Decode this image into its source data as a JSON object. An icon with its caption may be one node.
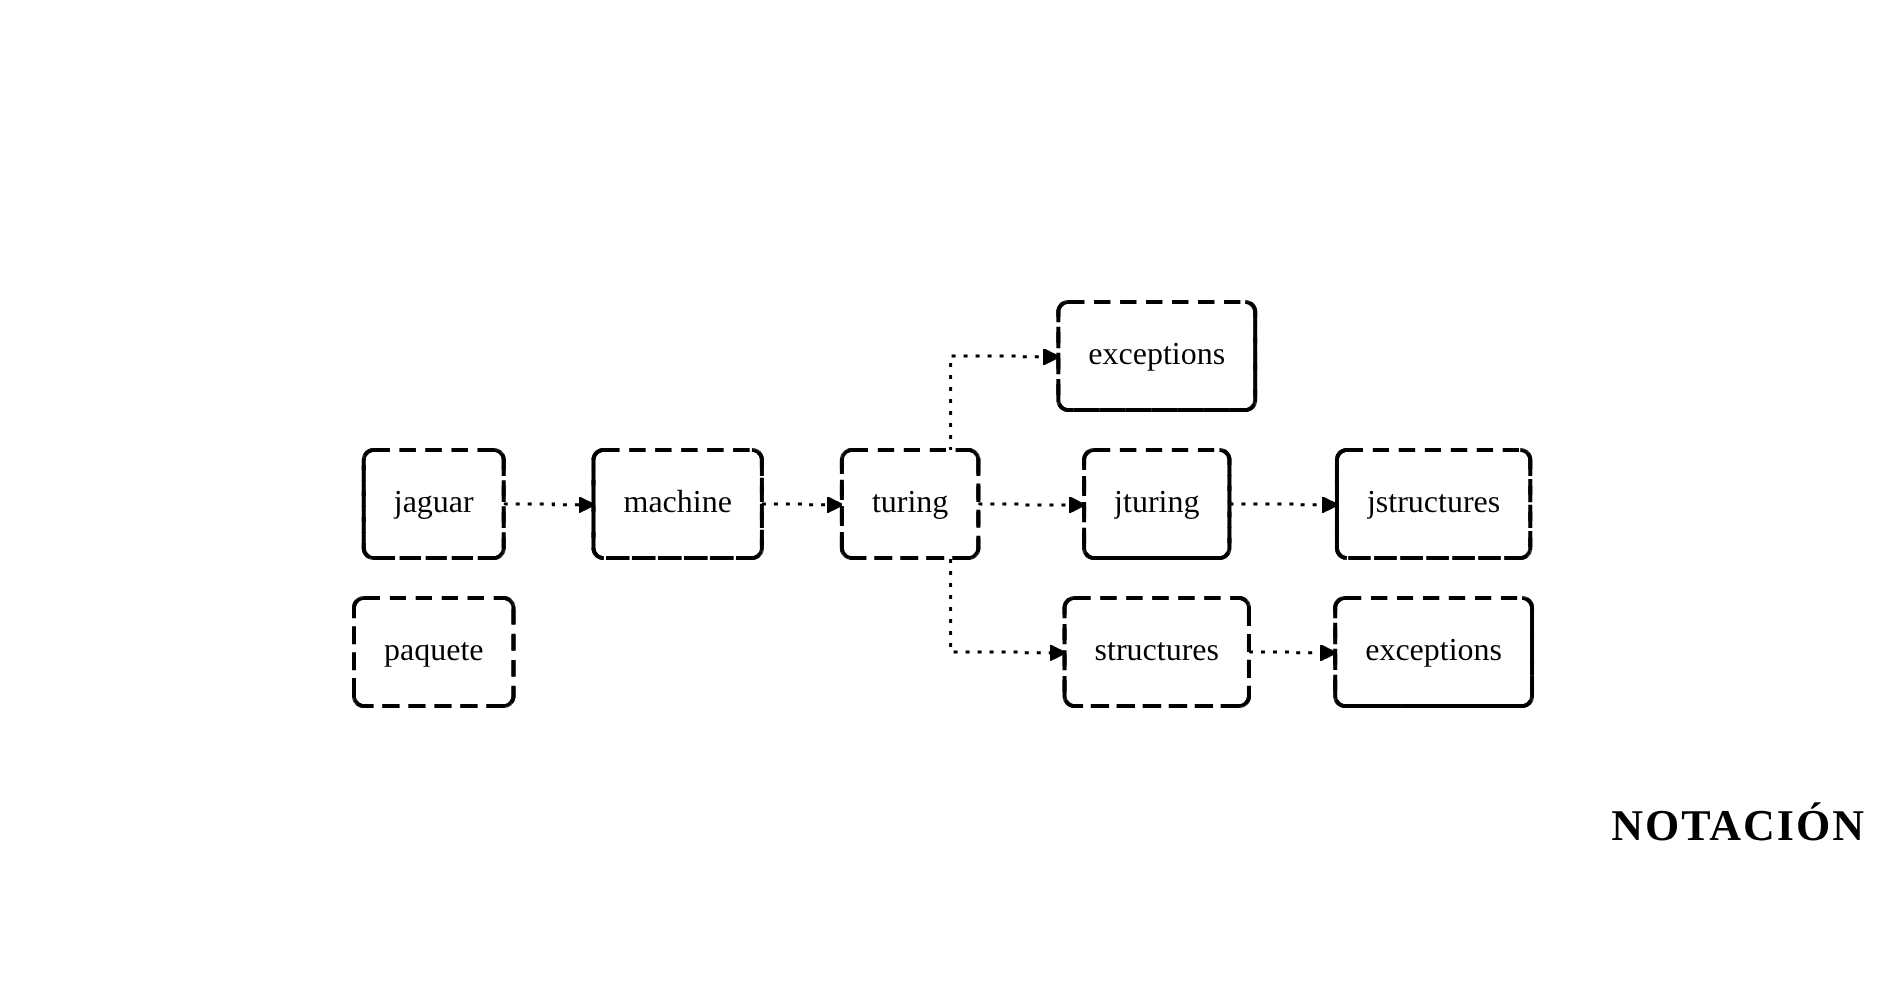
{
  "diagram": {
    "nodes": [
      {
        "text": [
          "jaguar"
        ]
      },
      {
        "text": [
          "machine"
        ]
      },
      {
        "text": [
          "turing"
        ]
      },
      {
        "text": [
          "exceptions"
        ]
      },
      {
        "text": [
          "jturing"
        ]
      },
      {
        "text": [
          "jstructures"
        ]
      },
      {
        "text": [
          "structures"
        ]
      },
      {
        "text": [
          "exceptions"
        ]
      },
      {
        "text": [
          "paquete"
        ]
      }
    ],
    "edges": [
      {
        "from": 0,
        "to": 1,
        "arrow": "to",
        "style": "dashed"
      },
      {
        "from": 1,
        "to": 2,
        "arrow": "to",
        "style": "dashed"
      },
      {
        "from": 2,
        "to": 3,
        "arrow": "to",
        "style": "dashed"
      },
      {
        "from": 2,
        "to": 4,
        "arrow": "to",
        "style": "dashed"
      },
      {
        "from": 4,
        "to": 5,
        "arrow": "to",
        "style": "dashed"
      },
      {
        "from": 2,
        "to": 6,
        "arrow": "to",
        "style": "dashed"
      },
      {
        "from": 6,
        "to": 7,
        "arrow": "to",
        "style": "dashed"
      }
    ],
    "labels": [
      "NOTACIÓN"
    ]
  }
}
